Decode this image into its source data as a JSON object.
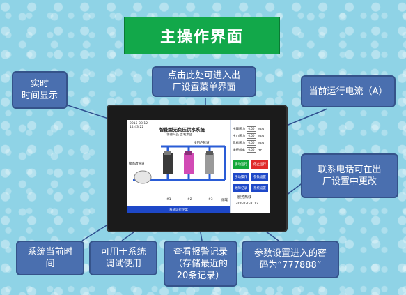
{
  "banner": {
    "title": "主操作界面"
  },
  "callouts": {
    "realtime": "实时\n时间显示",
    "menu": "点击此处可进入出\n厂设置菜单界面",
    "current": "当前运行电流（A）",
    "phone": "联系电话可在出\n厂设置中更改",
    "systime": "系统当前时\n间",
    "debug": "可用于系统\n调试使用",
    "alarm": "查看报警记录\n（存储最近的\n20条记录）",
    "password": "参数设置进入的密\n码为“777888”"
  },
  "screen": {
    "clock": "2015-08-12\n14:43:22",
    "title": "智能型无负压供水系统",
    "subtitle": "承德产品 吉利集团",
    "inlet_label": "接市政管道",
    "outlet_label": "接用户管道",
    "pump_labels": [
      "#1",
      "#2",
      "#3"
    ],
    "tank_label": "储罐",
    "status_bar": "系统运行正常",
    "params": [
      {
        "label": "市网压力",
        "value": "0.00",
        "unit": "MPa"
      },
      {
        "label": "出口压力",
        "value": "0.00",
        "unit": "MPa"
      },
      {
        "label": "目标压力",
        "value": "0.00",
        "unit": "MPa"
      },
      {
        "label": "运行频率",
        "value": "0.00",
        "unit": "Hz"
      }
    ],
    "buttons": {
      "manual": "手动运行",
      "stop": "停止运行",
      "manual_op": "手动操作",
      "param_set": "参数设置",
      "alarm_rec": "故障记录",
      "factory": "系统设置"
    },
    "service_title": "服务热线",
    "service_phone": "400-820-8112"
  },
  "colors": {
    "banner": "#12a84a",
    "callout": "#4a6faf",
    "background": "#8fd3e6",
    "pipe": "#2a5cd6"
  }
}
